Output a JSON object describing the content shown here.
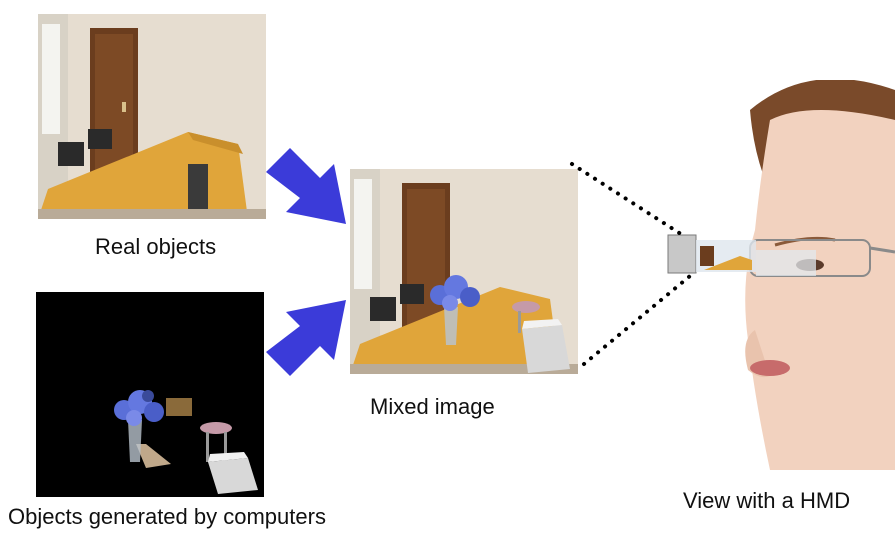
{
  "captions": {
    "real_objects": "Real objects",
    "mixed_image": "Mixed image",
    "cg_objects": "Objects generated by computers",
    "hmd_view": "View with a HMD"
  },
  "colors": {
    "arrow": "#3b3bd9",
    "table": "#e0a53a",
    "wall": "#e6ddd0",
    "door": "#6b3d1e",
    "cg_background": "#000000",
    "skin": "#f2d2bf",
    "hair": "#7a4a2a",
    "lips": "#c76b6b",
    "flowers": "#5a6fd8"
  },
  "icons": {
    "arrow_top": "thick-arrow-right-down",
    "arrow_bottom": "thick-arrow-right-up",
    "projection_lines": "dotted-lines"
  }
}
